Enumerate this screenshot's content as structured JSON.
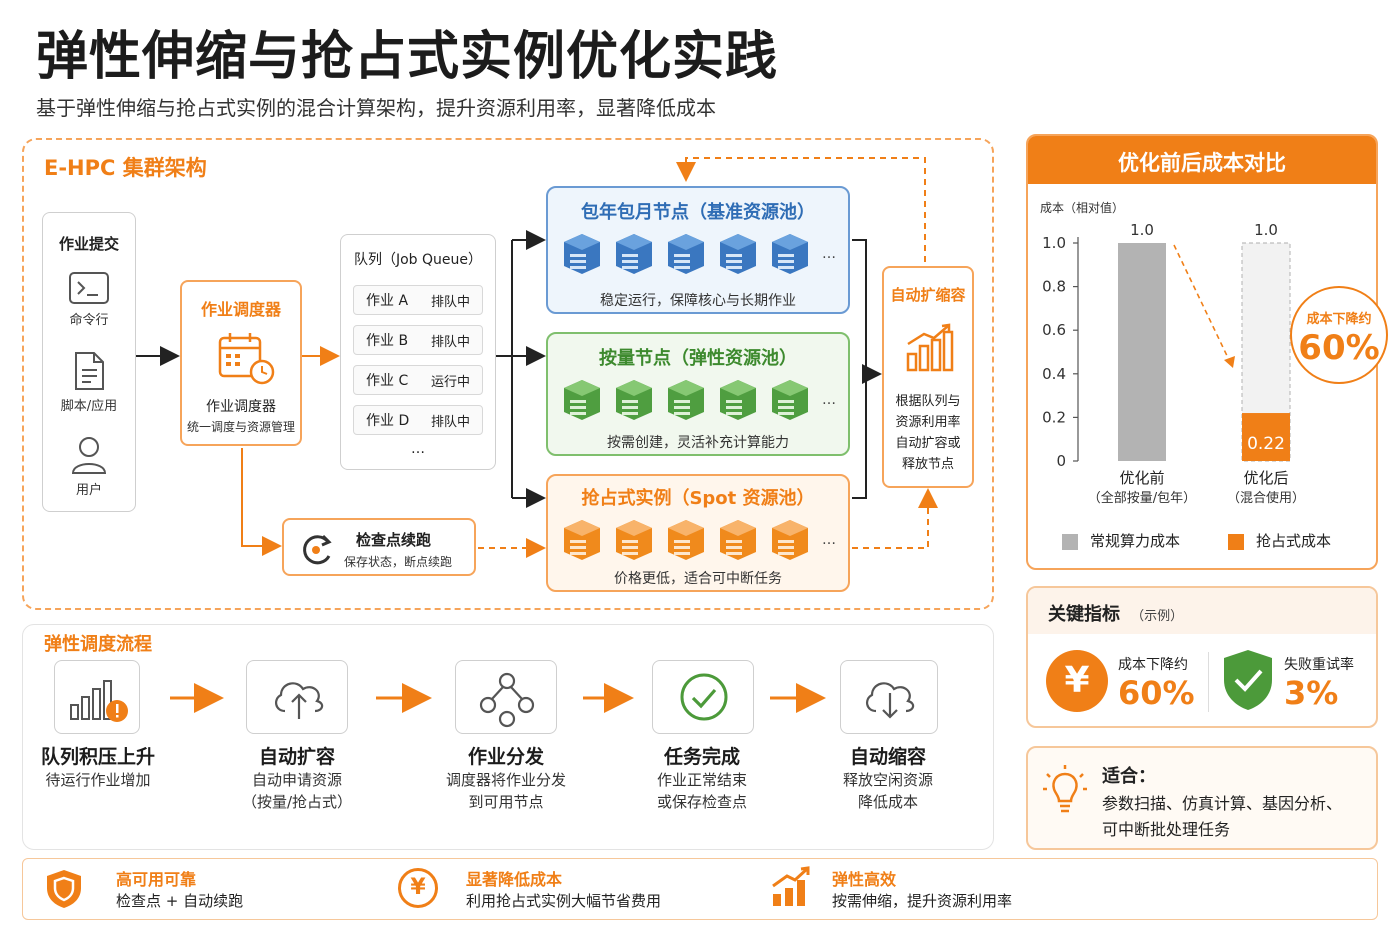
{
  "header": {
    "title": "弹性伸缩与抢占式实例优化实践",
    "subtitle": "基于弹性伸缩与抢占式实例的混合计算架构，提升资源利用率，显著降低成本"
  },
  "architecture": {
    "title": "E-HPC 集群架构",
    "submit": {
      "title": "作业提交",
      "items": [
        {
          "icon": "terminal-icon",
          "label": "命令行"
        },
        {
          "icon": "script-icon",
          "label": "脚本/应用"
        },
        {
          "icon": "user-icon",
          "label": "用户"
        }
      ]
    },
    "scheduler": {
      "title": "作业调度器",
      "name": "作业调度器",
      "desc": "统一调度与资源管理"
    },
    "queue": {
      "title": "队列（Job Queue）",
      "rows": [
        {
          "job": "作业 A",
          "status": "排队中"
        },
        {
          "job": "作业 B",
          "status": "排队中"
        },
        {
          "job": "作业 C",
          "status": "运行中"
        },
        {
          "job": "作业 D",
          "status": "排队中"
        }
      ],
      "more": "…"
    },
    "checkpoint": {
      "title": "检查点续跑",
      "desc": "保存状态，断点续跑"
    },
    "pools": {
      "reserved": {
        "title": "包年包月节点（基准资源池）",
        "desc": "稳定运行，保障核心与长期作业",
        "color": "#2f6db5"
      },
      "ondemand": {
        "title": "按量节点（弹性资源池）",
        "desc": "按需创建，灵活补充计算能力",
        "color": "#4c9a3a"
      },
      "spot": {
        "title": "抢占式实例（Spot 资源池）",
        "desc": "价格更低，适合可中断任务",
        "color": "#f07f17"
      }
    },
    "ellipsis": "…",
    "autoscale": {
      "title": "自动扩缩容",
      "desc": [
        "根据队列与",
        "资源利用率",
        "自动扩容或",
        "释放节点"
      ]
    }
  },
  "flow": {
    "title": "弹性调度流程",
    "steps": [
      {
        "icon": "queue-chart-icon",
        "title": "队列积压上升",
        "desc": [
          "待运行作业增加"
        ]
      },
      {
        "icon": "cloud-upload-icon",
        "title": "自动扩容",
        "desc": [
          "自动申请资源",
          "（按量/抢占式）"
        ]
      },
      {
        "icon": "distribute-icon",
        "title": "作业分发",
        "desc": [
          "调度器将作业分发",
          "到可用节点"
        ]
      },
      {
        "icon": "check-circle-icon",
        "title": "任务完成",
        "desc": [
          "作业正常结束",
          "或保存检查点"
        ]
      },
      {
        "icon": "cloud-download-icon",
        "title": "自动缩容",
        "desc": [
          "释放空闲资源",
          "降低成本"
        ]
      }
    ]
  },
  "cost": {
    "title": "优化前后成本对比",
    "ylabel": "成本（相对值）",
    "badge": {
      "label": "成本下降约",
      "value": "60%"
    },
    "legend": [
      {
        "label": "常规算力成本",
        "color": "#b3b3b3"
      },
      {
        "label": "抢占式成本",
        "color": "#f07f17"
      }
    ]
  },
  "chart_data": {
    "type": "bar",
    "ylabel": "成本（相对值）",
    "ylim": [
      0,
      1.0
    ],
    "yticks": [
      "0",
      "0.2",
      "0.4",
      "0.6",
      "0.8",
      "1.0"
    ],
    "categories": [
      {
        "name": "优化前",
        "sub": "（全部按量/包年）"
      },
      {
        "name": "优化后",
        "sub": "（混合使用）"
      }
    ],
    "series": [
      {
        "name": "常规算力成本",
        "values": [
          1.0,
          0
        ]
      },
      {
        "name": "抢占式成本",
        "values": [
          0,
          0.22
        ]
      }
    ],
    "top_labels": [
      "1.0",
      "1.0"
    ],
    "inner_label": "0.22"
  },
  "metrics": {
    "title": "关键指标",
    "note": "（示例）",
    "items": [
      {
        "label": "成本下降约",
        "value": "60%",
        "icon": "yen-icon"
      },
      {
        "label": "失败重试率",
        "value": "3%",
        "icon": "shield-check-icon"
      }
    ]
  },
  "suitable": {
    "title": "适合：",
    "lines": [
      "参数扫描、仿真计算、基因分析、",
      "可中断批处理任务"
    ]
  },
  "footer": [
    {
      "icon": "shield-icon",
      "title": "高可用可靠",
      "desc": "检查点 + 自动续跑"
    },
    {
      "icon": "yen-circle-icon",
      "title": "显著降低成本",
      "desc": "利用抢占式实例大幅节省费用"
    },
    {
      "icon": "growth-chart-icon",
      "title": "弹性高效",
      "desc": "按需伸缩，提升资源利用率"
    }
  ]
}
